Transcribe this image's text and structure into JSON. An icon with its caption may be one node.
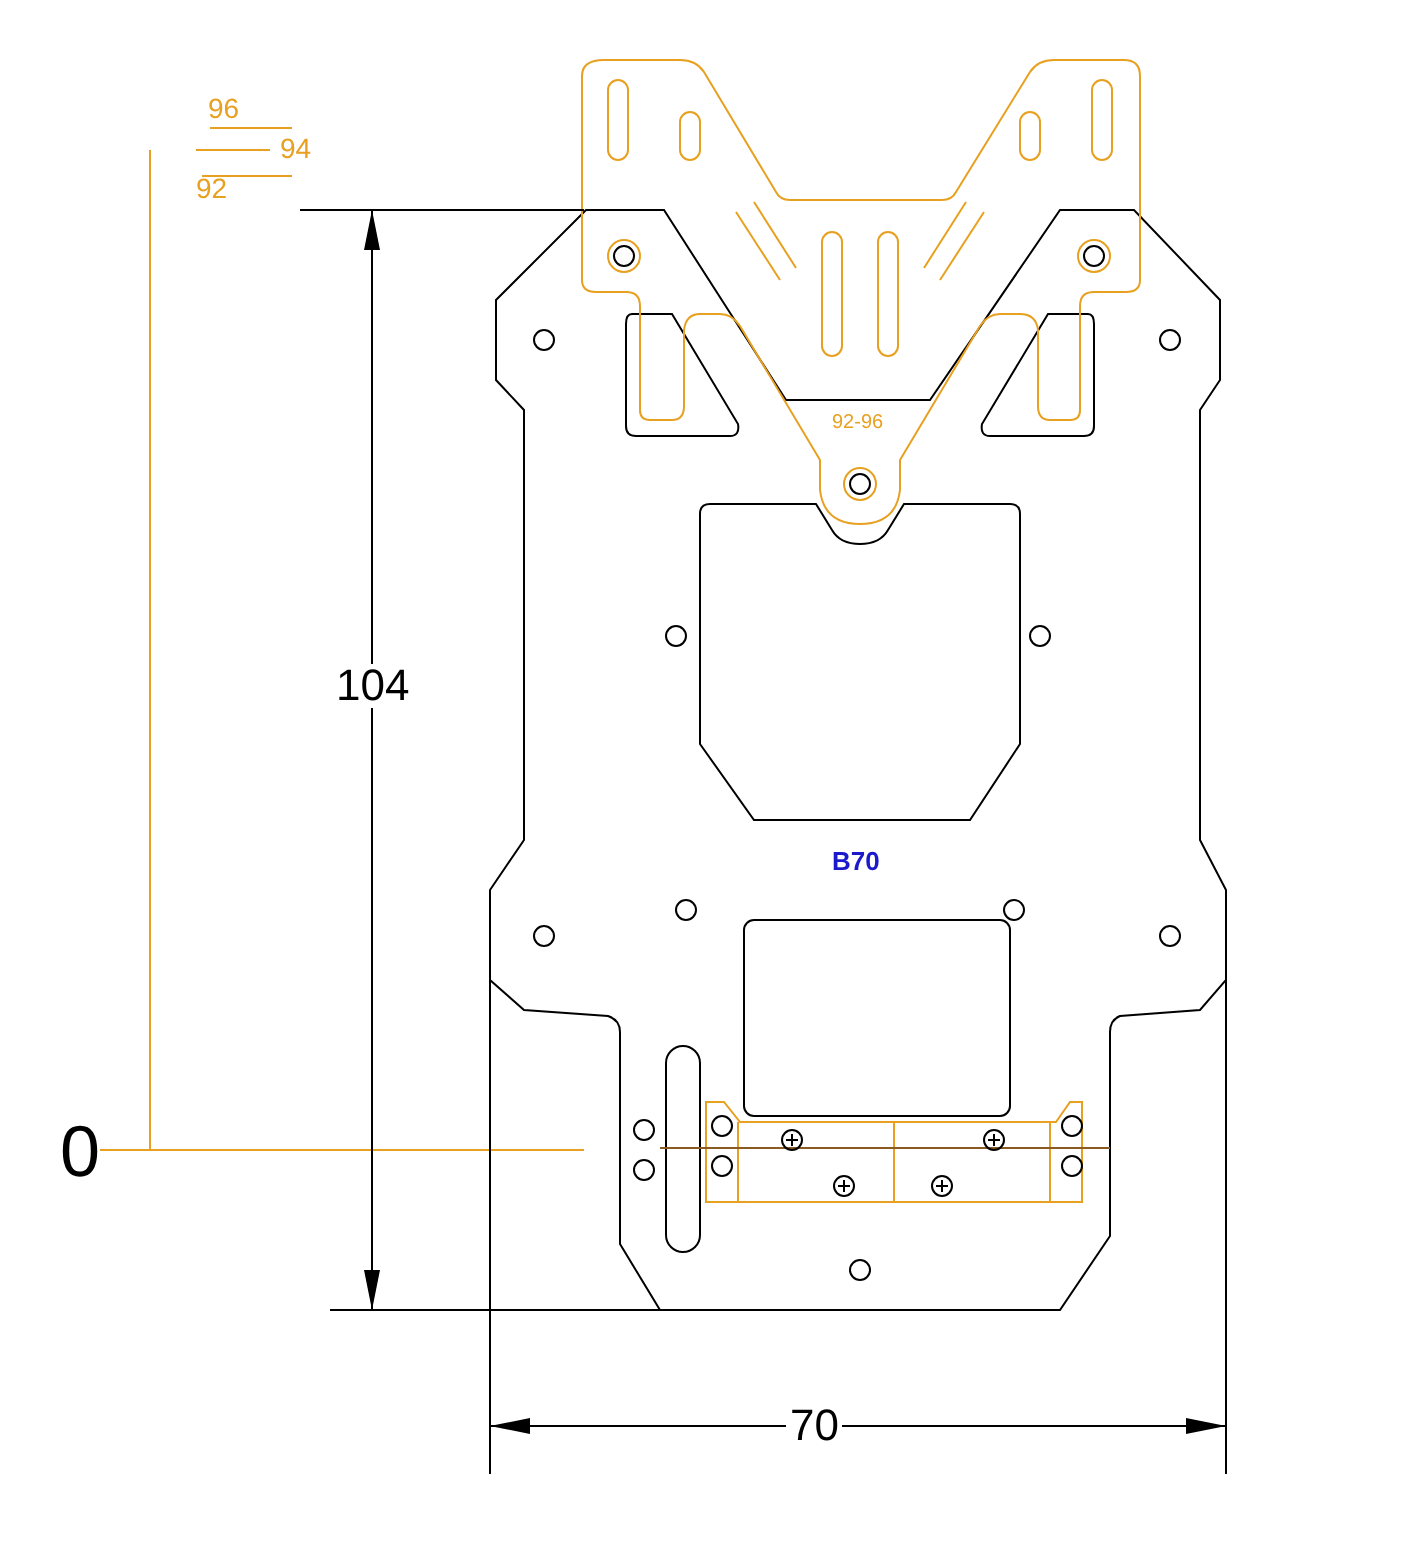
{
  "diagram": {
    "labels": [
      "96",
      "94",
      "92",
      "92-96",
      "104",
      "B70",
      "0",
      "70"
    ]
  }
}
